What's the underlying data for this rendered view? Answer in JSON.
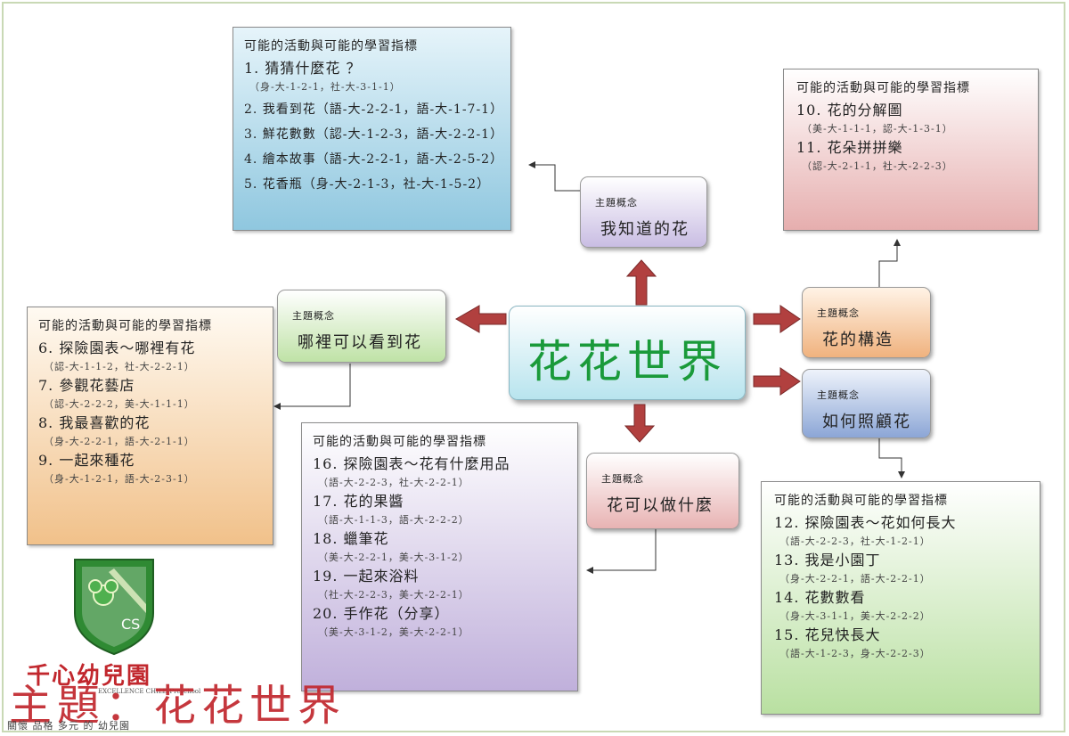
{
  "center": {
    "title": "花花世界"
  },
  "concepts": [
    {
      "id": "c1",
      "label": "主題概念",
      "value": "我知道的花"
    },
    {
      "id": "c2",
      "label": "主題概念",
      "value": "哪裡可以看到花"
    },
    {
      "id": "c3",
      "label": "主題概念",
      "value": "花的構造"
    },
    {
      "id": "c4",
      "label": "主題概念",
      "value": "如何照顧花"
    },
    {
      "id": "c5",
      "label": "主題概念",
      "value": "花可以做什麼"
    }
  ],
  "boxes": {
    "top": {
      "title": "可能的活動與可能的學習指標",
      "items": [
        {
          "text": "1. 猜猜什麼花 ？",
          "code": "（身-大-1-2-1，社-大-3-1-1）"
        },
        {
          "text": "2. 我看到花（語-大-2-2-1，語-大-1-7-1）",
          "code": ""
        },
        {
          "text": "3. 鮮花數數（認-大-1-2-3，語-大-2-2-1）",
          "code": ""
        },
        {
          "text": "4. 繪本故事（語-大-2-2-1，語-大-2-5-2）",
          "code": ""
        },
        {
          "text": "5. 花香瓶（身-大-2-1-3，社-大-1-5-2）",
          "code": ""
        }
      ]
    },
    "left": {
      "title": "可能的活動與可能的學習指標",
      "items": [
        {
          "text": "6. 探險園表～哪裡有花",
          "code": "（認-大-1-1-2，社-大-2-2-1）"
        },
        {
          "text": "7. 參觀花藝店",
          "code": "（認-大-2-2-2，美-大-1-1-1）"
        },
        {
          "text": "8. 我最喜歡的花",
          "code": "（身-大-2-2-1，語-大-2-1-1）"
        },
        {
          "text": "9. 一起來種花",
          "code": "（身-大-1-2-1，語-大-2-3-1）"
        }
      ]
    },
    "right": {
      "title": "可能的活動與可能的學習指標",
      "items": [
        {
          "text": "10. 花的分解圖",
          "code": "（美-大-1-1-1，認-大-1-3-1）"
        },
        {
          "text": "11. 花朵拼拼樂",
          "code": "（認-大-2-1-1，社-大-2-2-3）"
        }
      ]
    },
    "bottom": {
      "title": "可能的活動與可能的學習指標",
      "items": [
        {
          "text": "16. 探險園表～花有什麼用品",
          "code": "（語-大-2-2-3，社-大-2-2-1）"
        },
        {
          "text": "17. 花的果醬",
          "code": "（語-大-1-1-3，語-大-2-2-2）"
        },
        {
          "text": "18. 蠟筆花",
          "code": "（美-大-2-2-1，美-大-3-1-2）"
        },
        {
          "text": "19. 一起來浴料",
          "code": "（社-大-2-2-3，美-大-2-2-1）"
        },
        {
          "text": "20. 手作花（分享）",
          "code": "（美-大-3-1-2，美-大-2-2-1）"
        }
      ]
    },
    "br": {
      "title": "可能的活動與可能的學習指標",
      "items": [
        {
          "text": "12. 探險園表～花如何長大",
          "code": "（語-大-2-2-3，社-大-1-2-1）"
        },
        {
          "text": "13. 我是小園丁",
          "code": "（身-大-2-2-1，語-大-2-2-1）"
        },
        {
          "text": "14. 花數數看",
          "code": "（身-大-3-1-1，美-大-2-2-2）"
        },
        {
          "text": "15. 花兒快長大",
          "code": "（語-大-1-2-3，身-大-2-2-3）"
        }
      ]
    }
  },
  "logo": {
    "name": "千心幼兒園",
    "subtitle": "EXCELLENCE CHILD Preschool",
    "big": "主題：花花世界",
    "tagline": "關懷 品格 多元 的 幼兒園",
    "shield_letters": "CS"
  },
  "colors": {
    "center_gradient": [
      "#c7ecf4",
      "#ffffff"
    ],
    "center_text": "#1a9a3a",
    "arrow": "#b1403f",
    "top_box": [
      "#cfe9f4",
      "#8fc7df"
    ],
    "left_box": [
      "#fff6ea",
      "#f1c58e"
    ],
    "right_box": [
      "#ffffff",
      "#e7b1b1"
    ],
    "bottom_box": [
      "#ffffff",
      "#c3b4dd"
    ],
    "br_box": [
      "#ffffff",
      "#bfe3a9"
    ],
    "logo_red": "#c1272d",
    "shield_green": "#2f8a33"
  }
}
